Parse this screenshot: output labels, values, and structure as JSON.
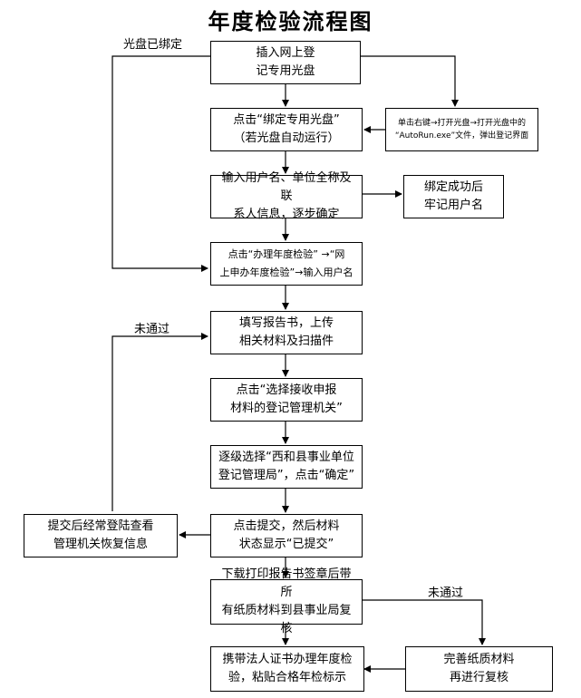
{
  "title": "年度检验流程图",
  "nodes": {
    "insert": "插入网上登\n记专用光盘",
    "click_bind": "点击“绑定专用光盘”\n（若光盘自动运行）",
    "manual_run": "单击右键→打开光盘→打开光盘中的\n“AutoRun.exe”文件，弹出登记界面",
    "input_user": "输入用户名、单位全称及联\n系人信息，逐步确定",
    "bind_success": "绑定成功后\n牢记用户名",
    "annual_check": "点击“办理年度检验” →“网\n上申办年度检验”→输入用户名",
    "fill_report": "填写报告书，上传\n相关材料及扫描件",
    "select_receiver": "点击“选择接收申报\n材料的登记管理机关”",
    "select_bureau": "逐级选择“西和县事业单位\n登记管理局”，点击“确定”",
    "submit": "点击提交，然后材料\n状态显示“已提交”",
    "check_feedback": "提交后经常登陆查看\n管理机关恢复信息",
    "download_print": "下载打印报告书签章后带所\n有纸质材料到县事业局复核",
    "bring_cert": "携带法人证书办理年度检\n验，粘贴合格年检标示",
    "complete_paper": "完善纸质材料\n再进行复核"
  },
  "labels": {
    "already_bound": "光盘已绑定",
    "not_passed_1": "未通过",
    "not_passed_2": "未通过"
  }
}
